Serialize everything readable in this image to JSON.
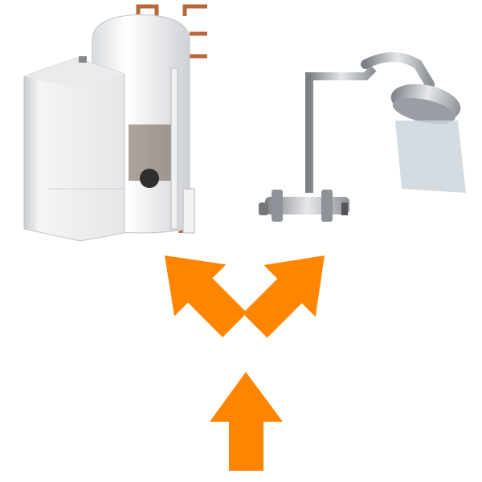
{
  "colors": {
    "arrow": "#FF8500",
    "appliance_white": "#F4F5F6",
    "copper": "#B8693A",
    "chrome": "#A9ADB2",
    "background": "#FFFFFF"
  },
  "items": [
    {
      "name": "boiler-and-cylinder",
      "icon": "boiler-icon"
    },
    {
      "name": "shower",
      "icon": "shower-icon"
    }
  ],
  "arrows": [
    {
      "name": "arrow-up",
      "direction": "up"
    },
    {
      "name": "arrow-up-left",
      "direction": "up-left"
    },
    {
      "name": "arrow-up-right",
      "direction": "up-right"
    }
  ]
}
